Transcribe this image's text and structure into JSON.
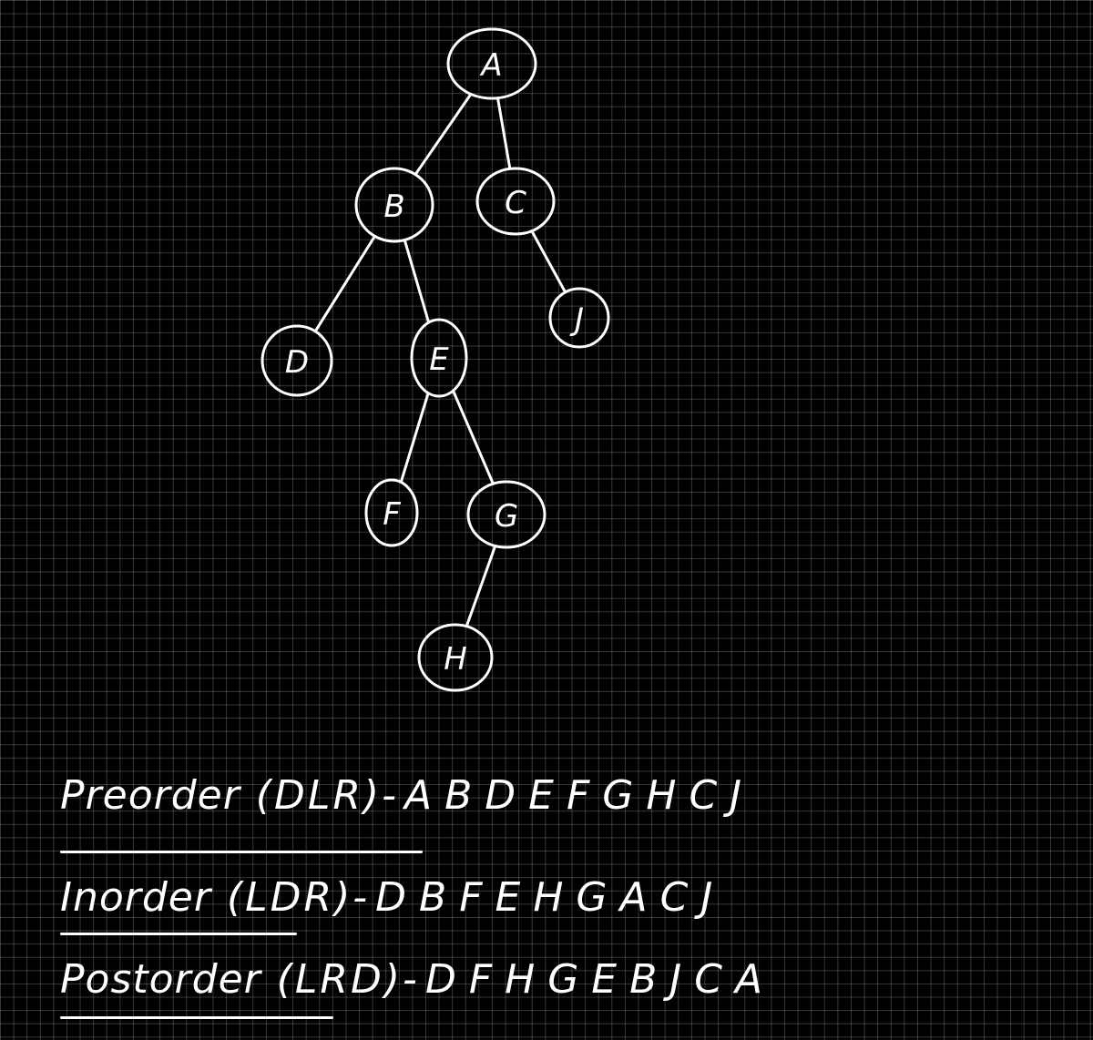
{
  "tree": {
    "nodes": [
      {
        "id": "A",
        "label": "A"
      },
      {
        "id": "B",
        "label": "B"
      },
      {
        "id": "C",
        "label": "C"
      },
      {
        "id": "D",
        "label": "D"
      },
      {
        "id": "E",
        "label": "E"
      },
      {
        "id": "J",
        "label": "J"
      },
      {
        "id": "F",
        "label": "F"
      },
      {
        "id": "G",
        "label": "G"
      },
      {
        "id": "H",
        "label": "H"
      }
    ],
    "edges": [
      {
        "from": "A",
        "to": "B"
      },
      {
        "from": "A",
        "to": "C"
      },
      {
        "from": "B",
        "to": "D"
      },
      {
        "from": "B",
        "to": "E"
      },
      {
        "from": "C",
        "to": "J"
      },
      {
        "from": "E",
        "to": "F"
      },
      {
        "from": "E",
        "to": "G"
      },
      {
        "from": "G",
        "to": "H"
      }
    ]
  },
  "traversals": {
    "preorder": {
      "name": "Preorder",
      "order": "(DLR)",
      "dash": "-",
      "sequence": "ABDEFGHCJ"
    },
    "inorder": {
      "name": "Inorder",
      "order": "(LDR)",
      "dash": "-",
      "sequence": "DBFEHGACJ"
    },
    "postorder": {
      "name": "Postorder",
      "order": "(LRD)",
      "dash": "-",
      "sequence": "DFHGEBJCA"
    }
  },
  "colors": {
    "background": "#000000",
    "ink": "#ffffff",
    "grid": "rgba(255,255,255,0.22)"
  }
}
